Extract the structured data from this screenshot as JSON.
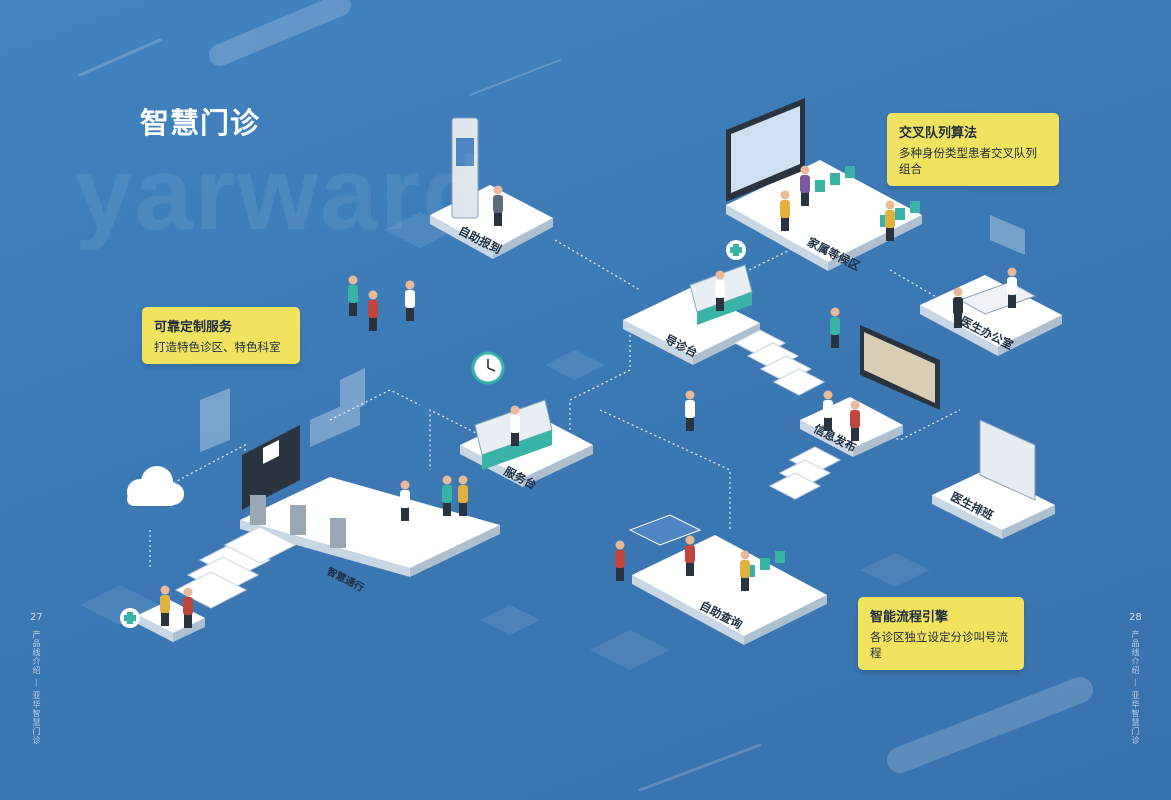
{
  "page": {
    "title": "智慧门诊",
    "watermark": "yarward",
    "page_left": "27",
    "page_right": "28",
    "side_left": "产品线介绍 — 亚华智慧门诊",
    "side_right": "产品线介绍 — 亚华智慧门诊"
  },
  "callouts": [
    {
      "heading": "交叉队列算法",
      "sub": "多种身份类型患者交叉队列组合"
    },
    {
      "heading": "可靠定制服务",
      "sub": "打造特色诊区、特色科室"
    },
    {
      "heading": "智能流程引擎",
      "sub": "各诊区独立设定分诊叫号流程"
    }
  ],
  "zones": [
    {
      "label": "自助报到"
    },
    {
      "label": "家属等候区"
    },
    {
      "label": "导诊台"
    },
    {
      "label": "医生办公室"
    },
    {
      "label": "信息发布"
    },
    {
      "label": "服务台"
    },
    {
      "label": "智慧通行"
    },
    {
      "label": "医生排班"
    },
    {
      "label": "自助查询"
    }
  ],
  "colors": {
    "background": "#3d7bb6",
    "platform_top": "#ffffff",
    "platform_side": "#c9d6e3",
    "callout": "#f1e25f",
    "accent_teal": "#39b3a5"
  }
}
